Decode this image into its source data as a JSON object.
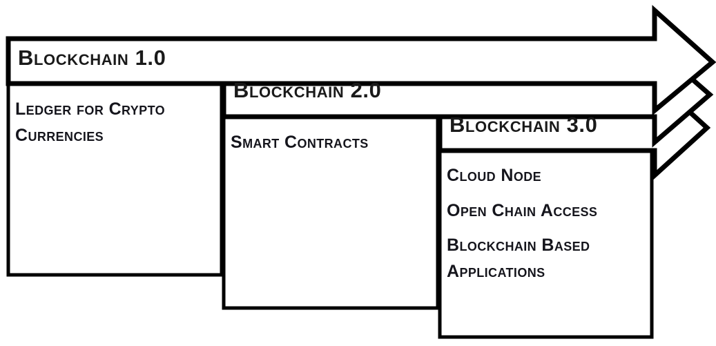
{
  "diagram": {
    "type": "staged-arrow-evolution",
    "orientation": "horizontal-right",
    "stroke_color": "#000000",
    "fill_color": "#ffffff",
    "stages": [
      {
        "id": "blockchain-1",
        "title": "Blockchain 1.0",
        "items": [
          "Ledger for Crypto Currencies"
        ]
      },
      {
        "id": "blockchain-2",
        "title": "Blockchain 2.0",
        "items": [
          "Smart Contracts"
        ]
      },
      {
        "id": "blockchain-3",
        "title": "Blockchain 3.0",
        "items": [
          "Cloud Node",
          "Open Chain Access",
          "Blockchain Based Applications"
        ]
      }
    ]
  }
}
